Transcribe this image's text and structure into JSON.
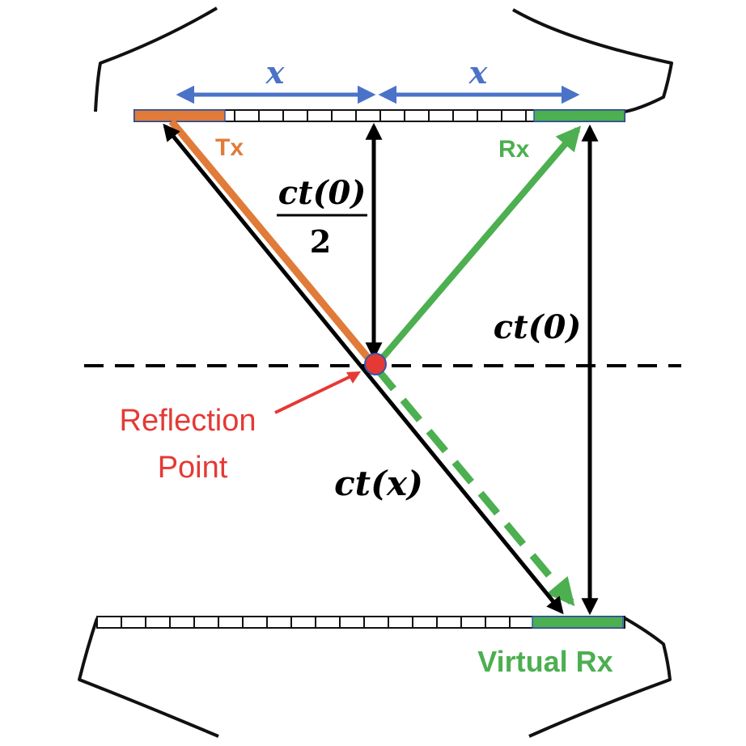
{
  "diagram": {
    "labels": {
      "x_left": "x",
      "x_right": "x",
      "tx": "Tx",
      "rx": "Rx",
      "half_time_numerator": "ct(0)",
      "half_time_denominator": "2",
      "full_time": "ct(0)",
      "slant_time": "ct(x)",
      "reflection_line1": "Reflection",
      "reflection_line2": "Point",
      "virtual_rx": "Virtual Rx"
    },
    "colors": {
      "tx_orange": "#e07b39",
      "rx_green": "#4caf50",
      "x_blue": "#4a72c8",
      "reflection_red": "#e53935",
      "black": "#000000"
    }
  }
}
